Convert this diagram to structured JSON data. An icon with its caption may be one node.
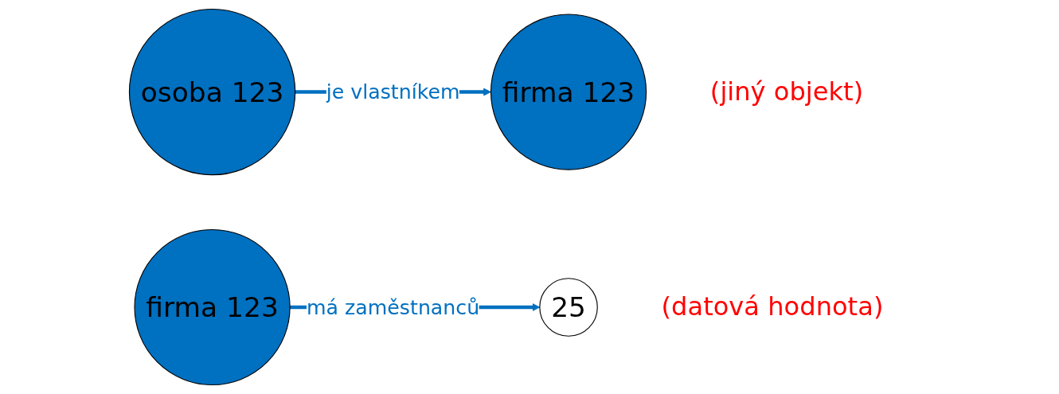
{
  "diagram": {
    "nodes": [
      {
        "text": [
          "osoba 123"
        ]
      },
      {
        "text": [
          "firma 123"
        ],
        "beside": [
          "(jiný objekt)"
        ]
      },
      {
        "text": [
          "firma 123"
        ]
      },
      {
        "text": [
          "25"
        ],
        "beside": [
          "(datová hodnota)"
        ]
      }
    ],
    "edges": [
      {
        "from": 0,
        "to": 1,
        "arrow": "to",
        "label": "je vlastníkem"
      },
      {
        "from": 2,
        "to": 3,
        "arrow": "to",
        "label": "má zaměstnanců"
      }
    ]
  }
}
